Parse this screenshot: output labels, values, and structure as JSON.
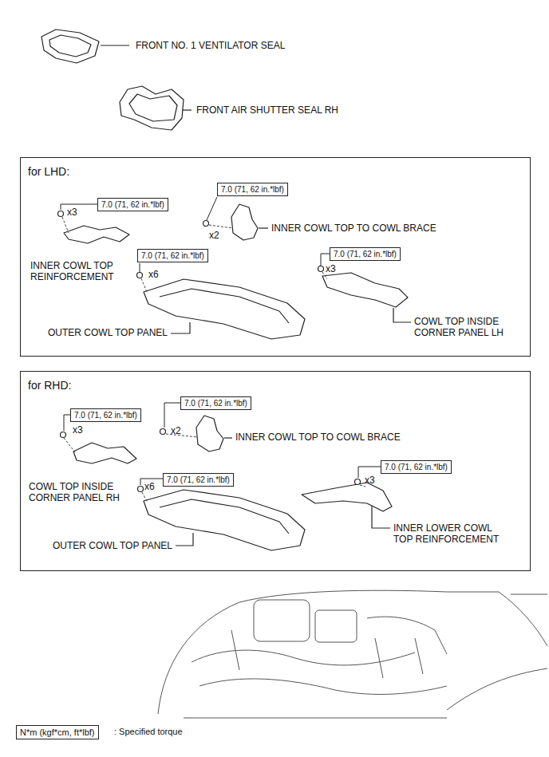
{
  "diagram": {
    "nodes": [
      {
        "text": [
          "for LHD:"
        ]
      },
      {
        "text": [
          "7.0 (71, 62 in.*lbf)"
        ],
        "in": 0
      },
      {
        "text": [
          "7.0 (71, 62 in.*lbf)"
        ],
        "in": 0
      },
      {
        "text": [
          "7.0 (71, 62 in.*lbf)"
        ],
        "in": 0
      },
      {
        "text": [
          "7.0 (71, 62 in.*lbf)"
        ],
        "in": 0
      },
      {
        "text": [
          "for RHD:"
        ]
      },
      {
        "text": [
          "7.0 (71, 62 in.*lbf)"
        ],
        "in": 5
      },
      {
        "text": [
          "7.0 (71, 62 in.*lbf)"
        ],
        "in": 5
      },
      {
        "text": [
          "7.0 (71, 62 in.*lbf)"
        ],
        "in": 5
      },
      {
        "text": [
          "7.0 (71, 62 in.*lbf)"
        ],
        "in": 5
      },
      {
        "text": [
          "N*m (kgf*cm, ft*lbf)"
        ]
      }
    ],
    "labels": [
      "FRONT NO. 1 VENTILATOR SEAL",
      "FRONT AIR SHUTTER SEAL RH",
      "x3",
      "INNER COWL TOP REINFORCEMENT",
      "x2",
      "INNER COWL TOP TO COWL BRACE",
      "x6",
      "OUTER COWL TOP PANEL",
      "x3",
      "COWL TOP INSIDE CORNER PANEL LH",
      "x3",
      "COWL TOP INSIDE CORNER PANEL RH",
      "x2",
      "INNER COWL TOP TO COWL BRACE",
      "x6",
      "OUTER COWL TOP PANEL",
      "x3",
      "INNER LOWER COWL TOP REINFORCEMENT",
      ": Specified torque"
    ]
  }
}
